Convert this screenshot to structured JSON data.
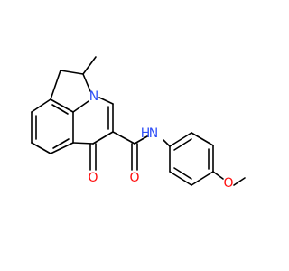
{
  "molecule": {
    "atoms": [
      {
        "id": "N1",
        "element": "N",
        "label": "N",
        "color": "#3050F8"
      },
      {
        "id": "O1",
        "element": "O",
        "label": "O",
        "color": "#FF0D0D"
      },
      {
        "id": "O2",
        "element": "O",
        "label": "O",
        "color": "#FF0D0D"
      },
      {
        "id": "N2",
        "element": "N",
        "label": "N",
        "color": "#3050F8"
      },
      {
        "id": "H2",
        "element": "H",
        "label": "H",
        "color": "#3050F8"
      }
    ]
  },
  "colors": {
    "bond": "#000000",
    "nitrogen": "#3050F8",
    "oxygen": "#FF0D0D",
    "background": "#ffffff"
  }
}
